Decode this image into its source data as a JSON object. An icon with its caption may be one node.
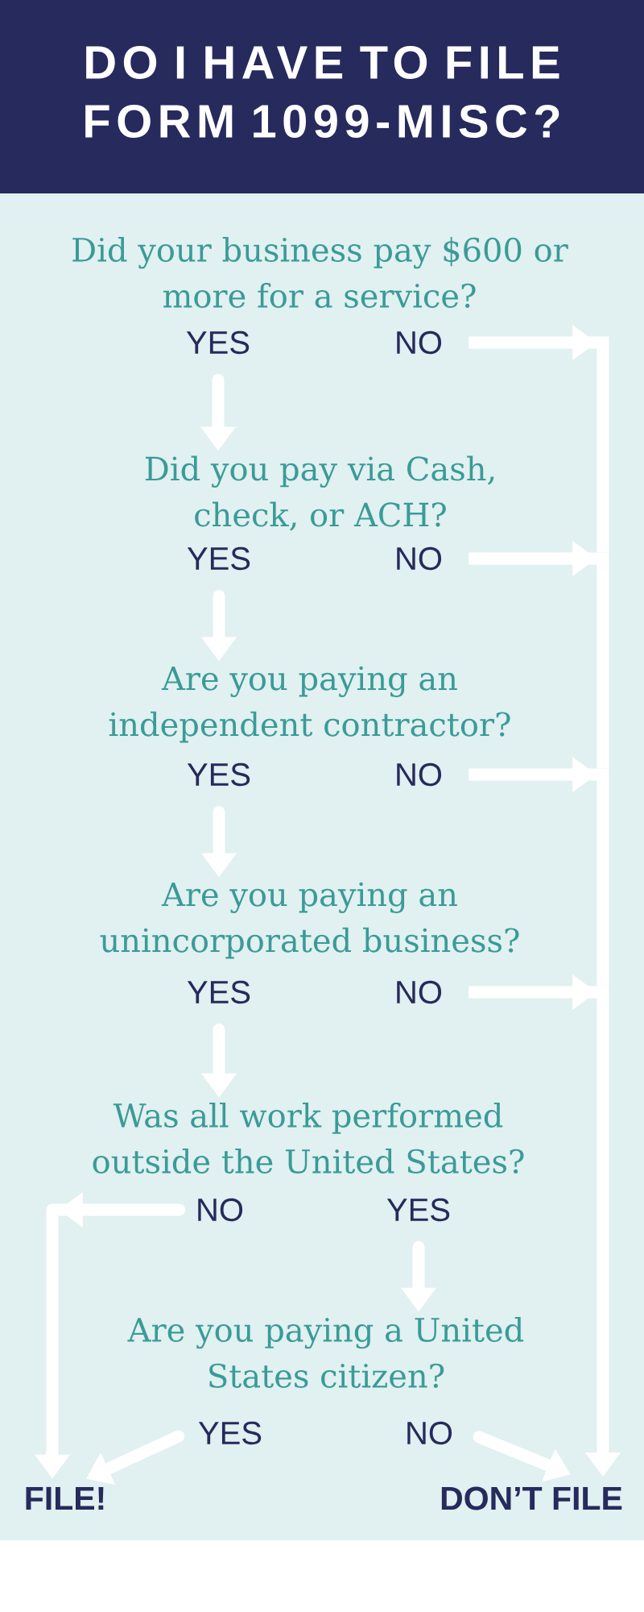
{
  "diagram": {
    "title": "DO I HAVE TO FILE FORM 1099-MISC?",
    "nodes": [
      {
        "text": [
          "Did your business pay $600 or more for a service?"
        ]
      },
      {
        "text": [
          "YES"
        ]
      },
      {
        "text": [
          "NO"
        ]
      },
      {
        "text": [
          "Did you pay via Cash, check, or ACH?"
        ]
      },
      {
        "text": [
          "YES"
        ]
      },
      {
        "text": [
          "NO"
        ]
      },
      {
        "text": [
          "Are you paying an independent contractor?"
        ]
      },
      {
        "text": [
          "YES"
        ]
      },
      {
        "text": [
          "NO"
        ]
      },
      {
        "text": [
          "Are you paying an unincorporated business?"
        ]
      },
      {
        "text": [
          "YES"
        ]
      },
      {
        "text": [
          "NO"
        ]
      },
      {
        "text": [
          "Was all work performed outside the United States?"
        ]
      },
      {
        "text": [
          "NO"
        ]
      },
      {
        "text": [
          "YES"
        ]
      },
      {
        "text": [
          "Are you paying a United States citizen?"
        ]
      },
      {
        "text": [
          "YES"
        ]
      },
      {
        "text": [
          "NO"
        ]
      },
      {
        "text": [
          "FILE!"
        ]
      },
      {
        "text": [
          "DON’T FILE"
        ]
      }
    ],
    "edges": [
      {
        "from": 1,
        "to": 3,
        "arrow": "to"
      },
      {
        "from": 2,
        "to": 19,
        "arrow": "to"
      },
      {
        "from": 4,
        "to": 6,
        "arrow": "to"
      },
      {
        "from": 5,
        "to": 19,
        "arrow": "to"
      },
      {
        "from": 7,
        "to": 9,
        "arrow": "to"
      },
      {
        "from": 8,
        "to": 19,
        "arrow": "to"
      },
      {
        "from": 10,
        "to": 12,
        "arrow": "to"
      },
      {
        "from": 11,
        "to": 19,
        "arrow": "to"
      },
      {
        "from": 14,
        "to": 15,
        "arrow": "to"
      },
      {
        "from": 13,
        "to": 18,
        "arrow": "to"
      },
      {
        "from": 16,
        "to": 18,
        "arrow": "to"
      },
      {
        "from": 17,
        "to": 19,
        "arrow": "to"
      }
    ]
  }
}
